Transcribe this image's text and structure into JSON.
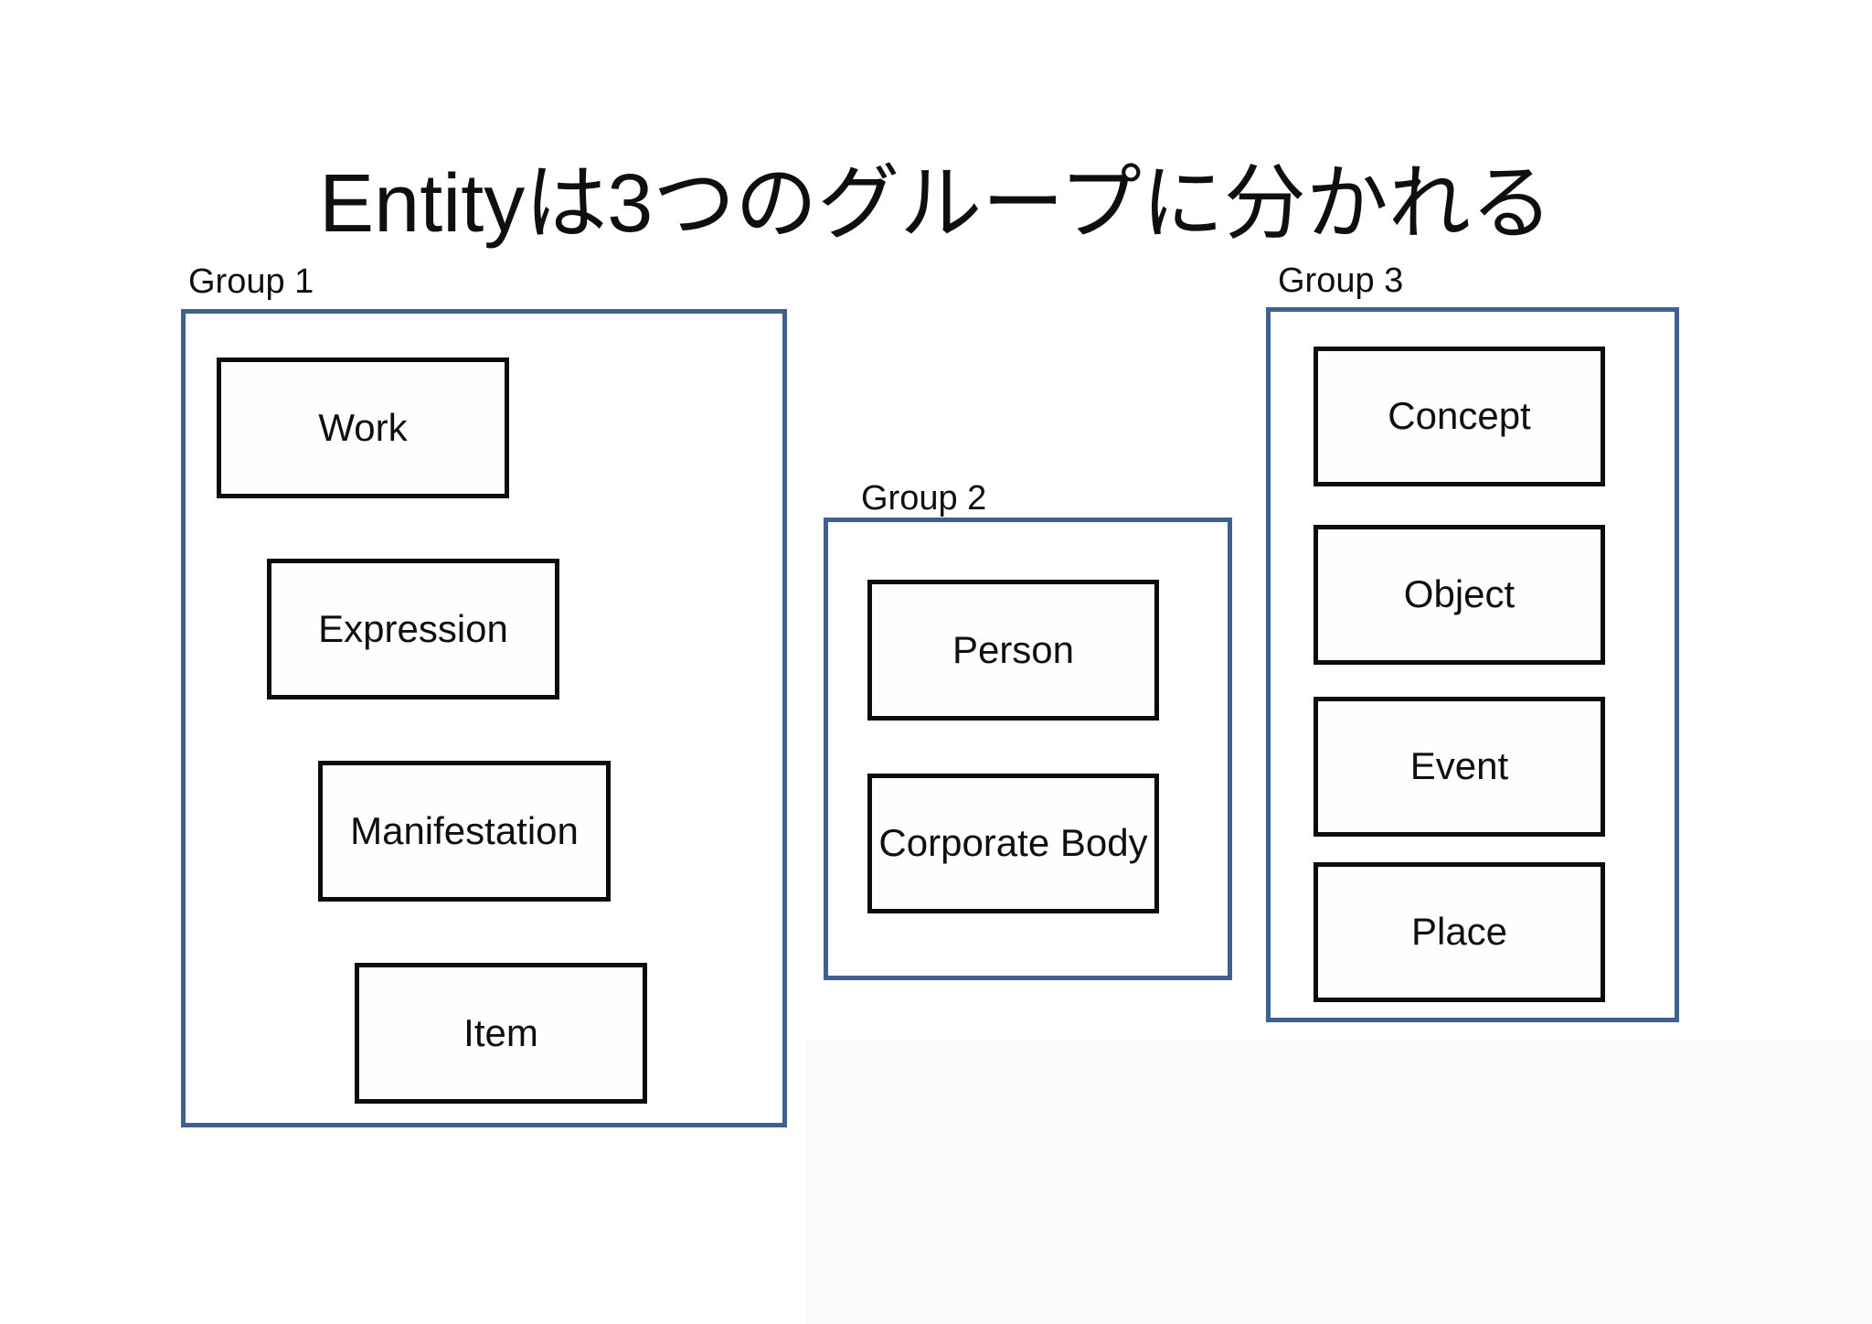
{
  "title": "Entityは3つのグループに分かれる",
  "colors": {
    "background": "#ffffff",
    "shade": "#fbfbfb",
    "group_border": "#3e618f",
    "entity_border": "#0c0c0c",
    "text": "#0f0f0f"
  },
  "groups": [
    {
      "label": "Group 1",
      "boxes": [
        "Work",
        "Expression",
        "Manifestation",
        "Item"
      ]
    },
    {
      "label": "Group 2",
      "boxes": [
        "Person",
        "Corporate Body"
      ]
    },
    {
      "label": "Group 3",
      "boxes": [
        "Concept",
        "Object",
        "Event",
        "Place"
      ]
    }
  ]
}
